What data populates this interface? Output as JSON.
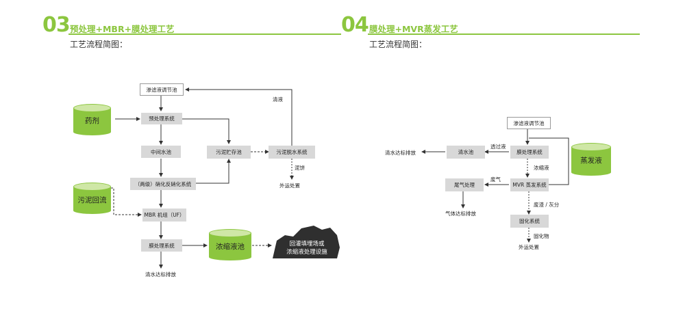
{
  "section03": {
    "num": "03",
    "title": "预处理+MBR+膜处理工艺",
    "subtitle": "工艺流程简图：",
    "boxes": {
      "tank": "渗滤液调节池",
      "pre": "预处理系统",
      "mid": "中间水池",
      "sludge_store": "污泥贮存池",
      "dewater": "污泥脱水系统",
      "nitri": "（两级）硝化反硝化系统",
      "mbr": "MBR 机组（UF）",
      "membrane": "膜处理系统"
    },
    "cylinders": {
      "agent": "药剂",
      "sludge_return": "污泥回流",
      "concentrate": "浓缩液池"
    },
    "labels": {
      "clear_liquid": "清液",
      "cake": "泥饼",
      "outside": "外运处置",
      "discharge": "清水达标排放"
    },
    "rock": {
      "line1": "回灌填埋场或",
      "line2": "浓缩液处理设施"
    }
  },
  "section04": {
    "num": "04",
    "title": "膜处理+MVR蒸发工艺",
    "subtitle": "工艺流程简图：",
    "boxes": {
      "tank": "渗滤液调节池",
      "clearpool": "清水池",
      "membrane": "膜处理系统",
      "tail": "尾气处理",
      "mvr": "MVR 蒸发系统",
      "solid": "固化系统"
    },
    "cylinders": {
      "evap": "蒸发液"
    },
    "labels": {
      "discharge": "清水达标排放",
      "permeate": "透过液",
      "concentrate": "浓缩液",
      "waste_gas": "废气",
      "gas_discharge": "气体达标排放",
      "residue": "废渣 / 灰分",
      "solidified": "固化物",
      "outside": "外运处置"
    }
  }
}
